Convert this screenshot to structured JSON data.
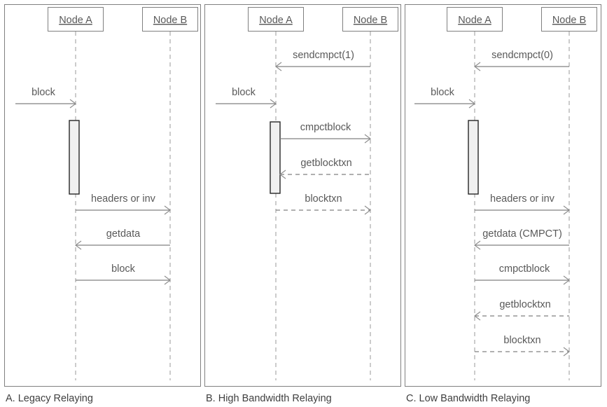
{
  "figure": {
    "title": "Bitcoin block relay sequence diagrams",
    "colors": {
      "frame_stroke": "#808080",
      "lifeline_stroke": "#9a9a9a",
      "activation_fill": "#f0f0f0",
      "activation_stroke": "#262626",
      "arrow_stroke": "#808080",
      "text": "#595959",
      "caption_text": "#404040",
      "background": "#ffffff"
    }
  },
  "panels": [
    {
      "id": "panel-a",
      "caption": "A. Legacy Relaying",
      "participants": [
        {
          "id": "node-a",
          "label": "Node A"
        },
        {
          "id": "node-b",
          "label": "Node B"
        }
      ],
      "messages": [
        {
          "label": "block",
          "from": "external",
          "to": "node-a",
          "style": "solid",
          "direction": "right"
        },
        {
          "label": "headers or inv",
          "from": "node-a",
          "to": "node-b",
          "style": "solid",
          "direction": "right"
        },
        {
          "label": "getdata",
          "from": "node-b",
          "to": "node-a",
          "style": "solid",
          "direction": "left"
        },
        {
          "label": "block",
          "from": "node-a",
          "to": "node-b",
          "style": "solid",
          "direction": "right"
        }
      ]
    },
    {
      "id": "panel-b",
      "caption": "B. High Bandwidth Relaying",
      "participants": [
        {
          "id": "node-a",
          "label": "Node A"
        },
        {
          "id": "node-b",
          "label": "Node B"
        }
      ],
      "messages": [
        {
          "label": "sendcmpct(1)",
          "from": "node-b",
          "to": "node-a",
          "style": "solid",
          "direction": "left"
        },
        {
          "label": "block",
          "from": "external",
          "to": "node-a",
          "style": "solid",
          "direction": "right"
        },
        {
          "label": "cmpctblock",
          "from": "node-a",
          "to": "node-b",
          "style": "solid",
          "direction": "right"
        },
        {
          "label": "getblocktxn",
          "from": "node-b",
          "to": "node-a",
          "style": "dashed",
          "direction": "left"
        },
        {
          "label": "blocktxn",
          "from": "node-a",
          "to": "node-b",
          "style": "dashed",
          "direction": "right"
        }
      ]
    },
    {
      "id": "panel-c",
      "caption": "C. Low Bandwidth Relaying",
      "participants": [
        {
          "id": "node-a",
          "label": "Node A"
        },
        {
          "id": "node-b",
          "label": "Node B"
        }
      ],
      "messages": [
        {
          "label": "sendcmpct(0)",
          "from": "node-b",
          "to": "node-a",
          "style": "solid",
          "direction": "left"
        },
        {
          "label": "block",
          "from": "external",
          "to": "node-a",
          "style": "solid",
          "direction": "right"
        },
        {
          "label": "headers or inv",
          "from": "node-a",
          "to": "node-b",
          "style": "solid",
          "direction": "right"
        },
        {
          "label": "getdata (CMPCT)",
          "from": "node-b",
          "to": "node-a",
          "style": "solid",
          "direction": "left"
        },
        {
          "label": "cmpctblock",
          "from": "node-a",
          "to": "node-b",
          "style": "solid",
          "direction": "right"
        },
        {
          "label": "getblocktxn",
          "from": "node-b",
          "to": "node-a",
          "style": "dashed",
          "direction": "left"
        },
        {
          "label": "blocktxn",
          "from": "node-a",
          "to": "node-b",
          "style": "dashed",
          "direction": "right"
        }
      ]
    }
  ]
}
